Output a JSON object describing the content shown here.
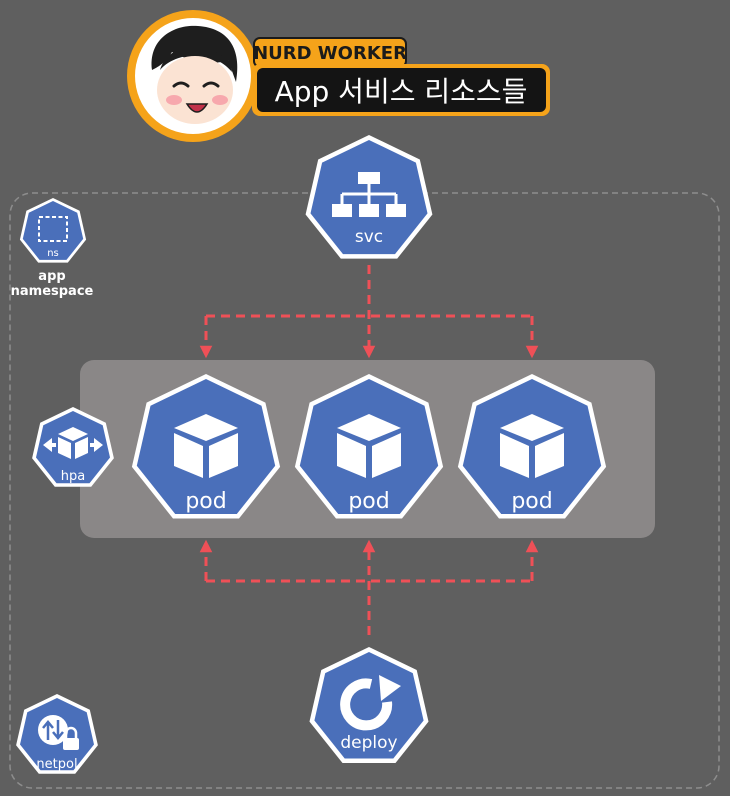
{
  "header": {
    "brand": "NURD WORKER",
    "title": "App 서비스 리소스들"
  },
  "namespace": {
    "icon_label": "ns",
    "caption_line1": "app",
    "caption_line2": "namespace"
  },
  "service": {
    "label": "svc",
    "icon": "network-tree-icon"
  },
  "pods": [
    {
      "label": "pod",
      "icon": "cube-icon"
    },
    {
      "label": "pod",
      "icon": "cube-icon"
    },
    {
      "label": "pod",
      "icon": "cube-icon"
    }
  ],
  "hpa": {
    "label": "hpa",
    "icon": "scale-arrows-icon"
  },
  "deploy": {
    "label": "deploy",
    "icon": "rotate-arrow-icon"
  },
  "netpol": {
    "label": "netpol",
    "icon": "network-lock-icon"
  },
  "colors": {
    "background": "#5f5f5f",
    "k8s_blue": "#4a6fba",
    "arrow": "#ef5057",
    "pod_group": "#8a8787",
    "accent_orange": "#f5a31a"
  }
}
